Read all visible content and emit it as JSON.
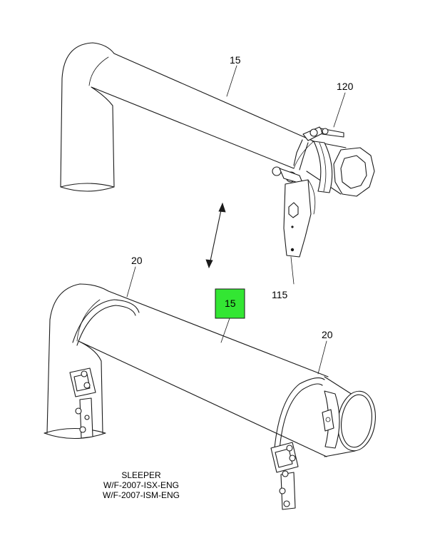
{
  "callouts": {
    "upper_pipe": "15",
    "clamp": "120",
    "bracket": "115",
    "highlighted": "15",
    "strap_left": "20",
    "strap_right": "20"
  },
  "highlight_color": "#33e633",
  "note": {
    "line1": "SLEEPER",
    "line2": "W/F-2007-ISX-ENG",
    "line3": "W/F-2007-ISM-ENG"
  }
}
